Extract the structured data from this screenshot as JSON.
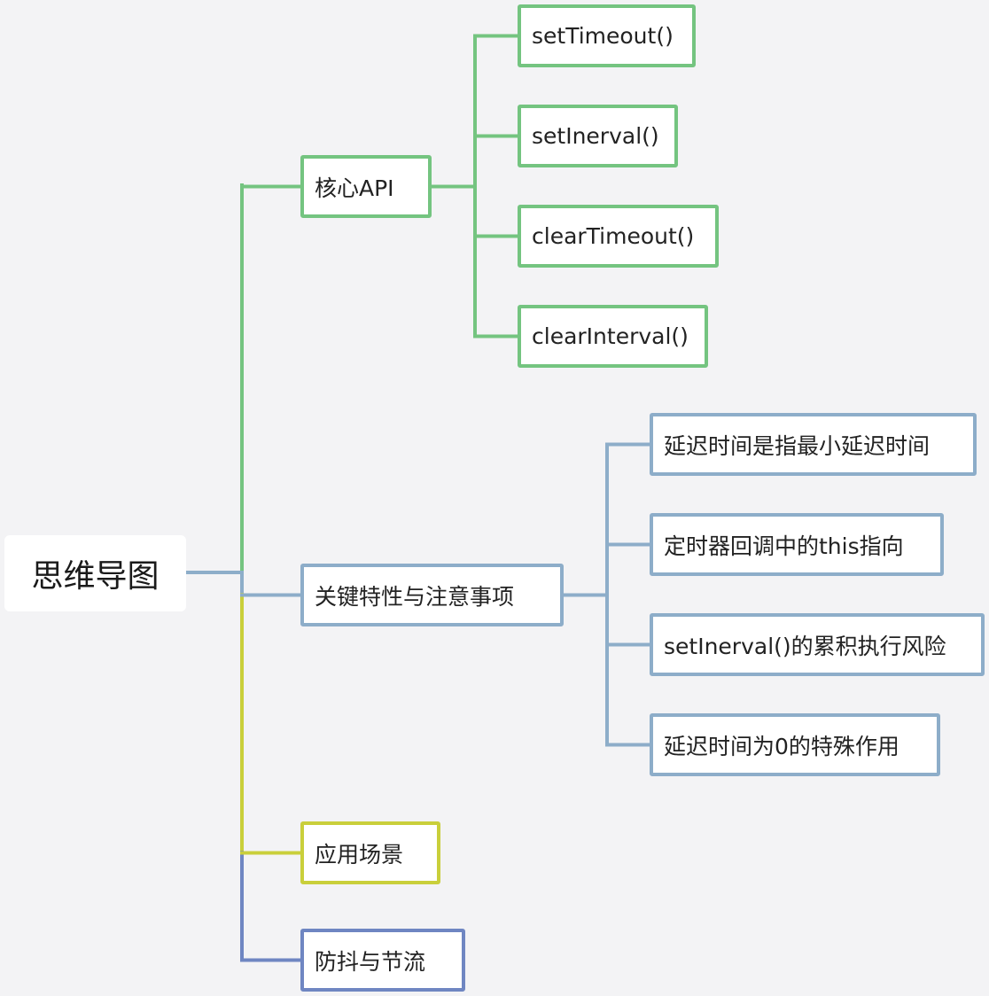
{
  "root": {
    "label": "思维导图"
  },
  "colors": {
    "green": "#74c480",
    "blue": "#8dadc9",
    "yellow": "#c9cf3b",
    "indigo": "#6f86c2"
  },
  "branches": [
    {
      "label": "核心API",
      "color": "#74c480",
      "children": [
        "setTimeout()",
        "setInerval()",
        "clearTimeout()",
        "clearInterval()"
      ]
    },
    {
      "label": "关键特性与注意事项",
      "color": "#8dadc9",
      "children": [
        "延迟时间是指最小延迟时间",
        "定时器回调中的this指向",
        "setInerval()的累积执行风险",
        "延迟时间为0的特殊作用"
      ]
    },
    {
      "label": "应用场景",
      "color": "#c9cf3b",
      "children": []
    },
    {
      "label": "防抖与节流",
      "color": "#6f86c2",
      "children": []
    }
  ]
}
